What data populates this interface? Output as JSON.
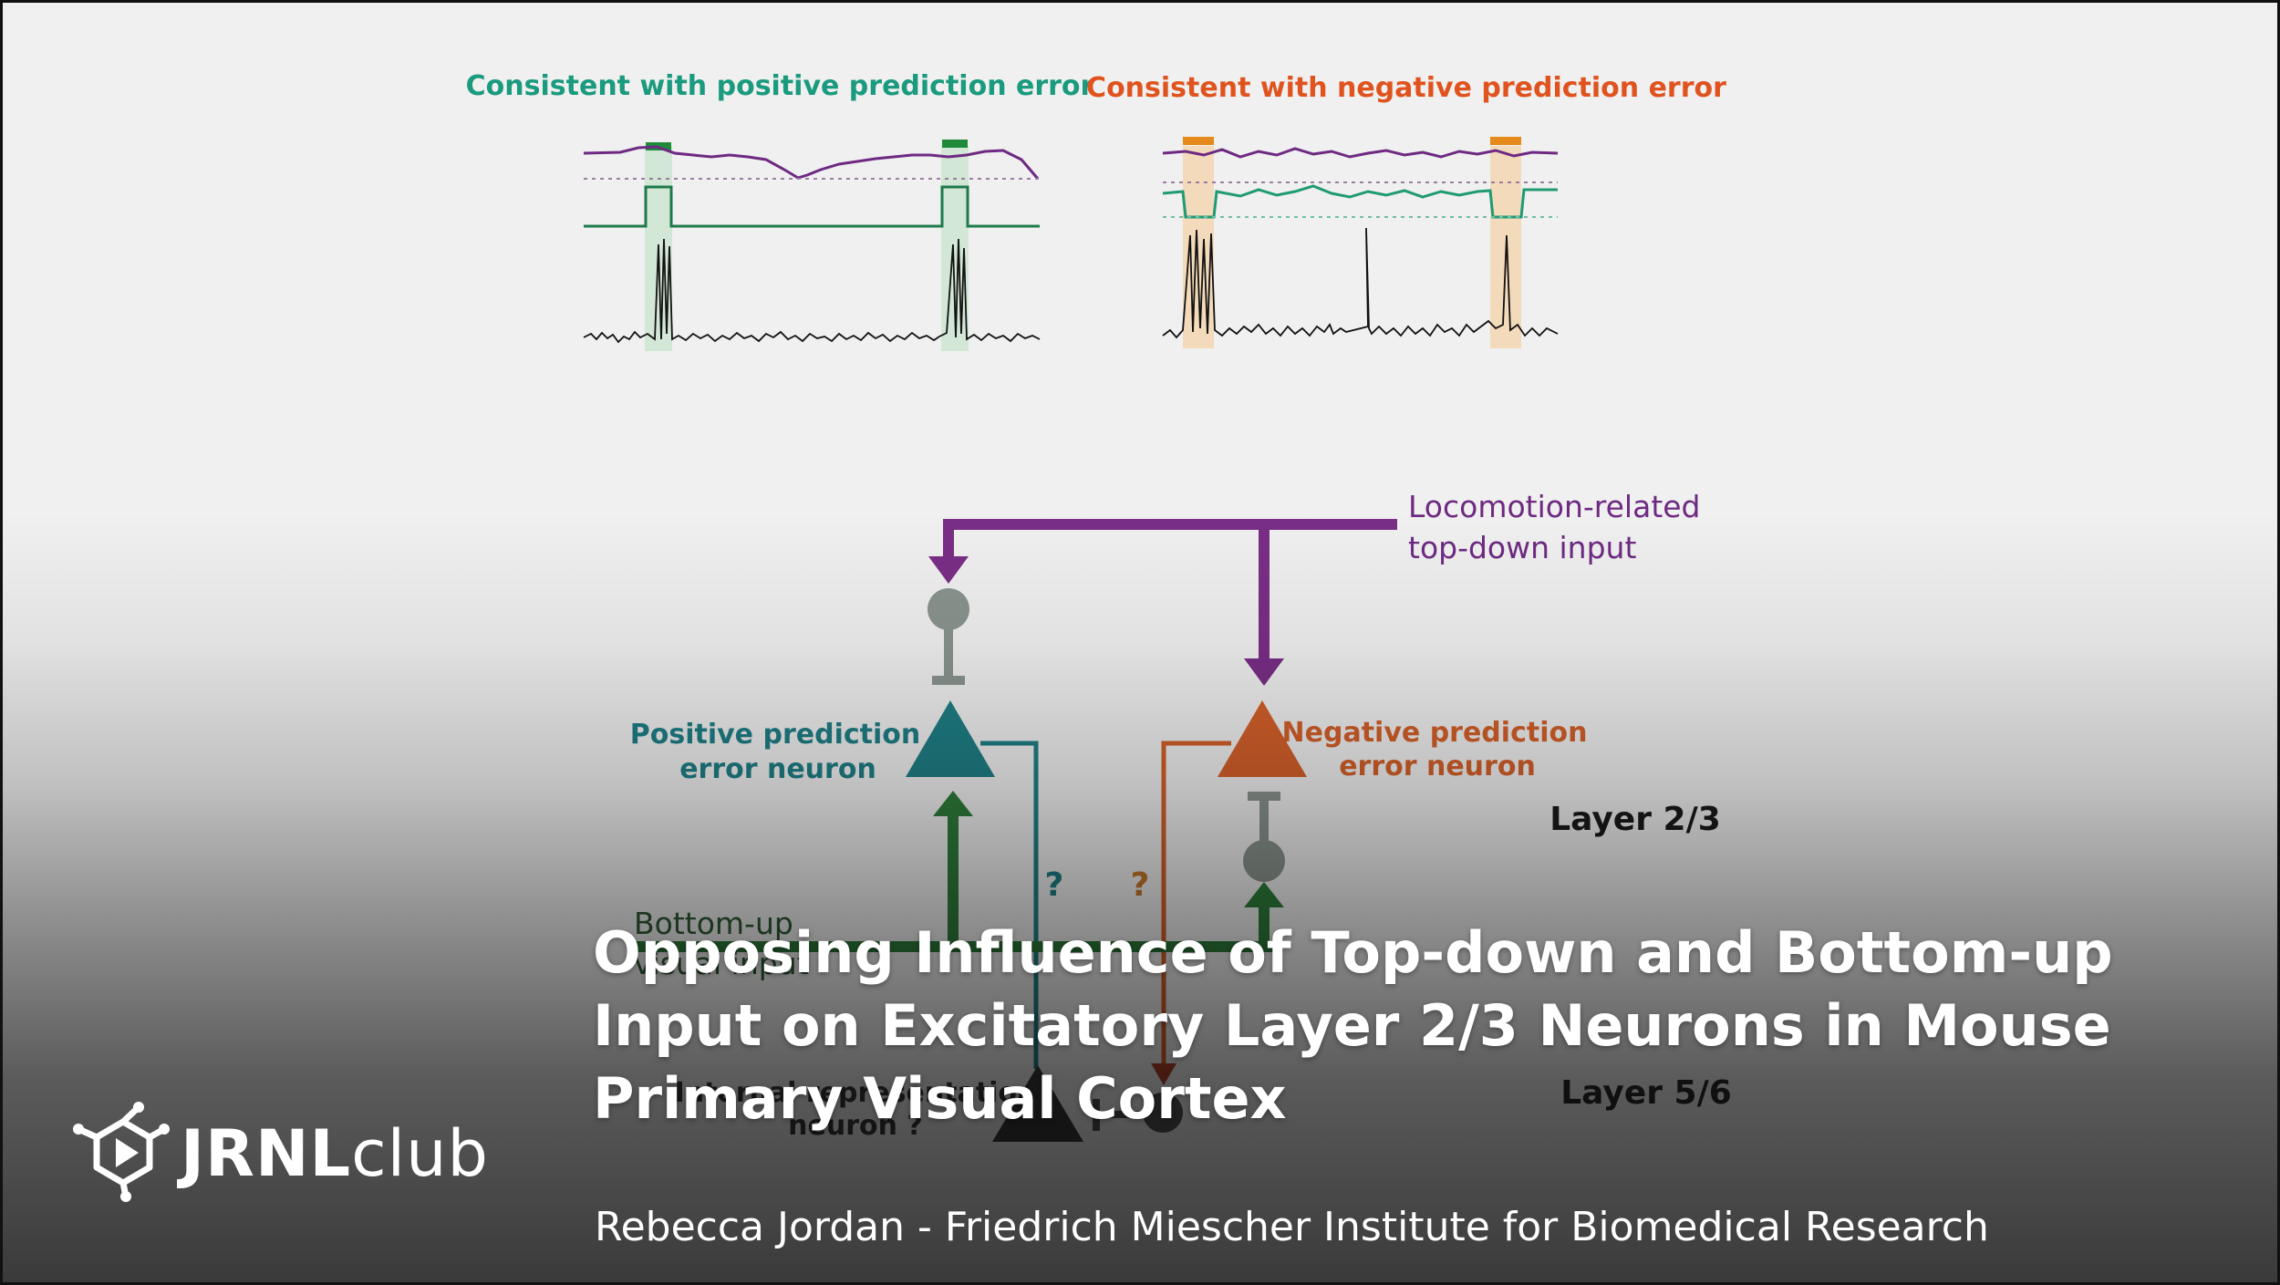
{
  "panels": {
    "positive": {
      "label": "Consistent with positive prediction error",
      "color": "#1a9a7e"
    },
    "negative": {
      "label": "Consistent with negative prediction error",
      "color": "#e0531e"
    }
  },
  "circuit": {
    "topdown_line1": "Locomotion-related",
    "topdown_line2": "top-down input",
    "pos_neuron_line1": "Positive prediction",
    "pos_neuron_line2": "error neuron",
    "neg_neuron_line1": "Negative prediction",
    "neg_neuron_line2": "error neuron",
    "question_teal": "?",
    "question_orange": "?",
    "layer_23": "Layer 2/3",
    "layer_56": "Layer 5/6",
    "bottomup_line1": "Bottom-up",
    "bottomup_line2": "visual input",
    "internal_line1": "Internal representation",
    "internal_line2": "neuron ?"
  },
  "colors": {
    "purple": "#7a2e86",
    "teal": "#1f7f86",
    "orange": "#d4602a",
    "green": "#2e7d3a",
    "gray": "#8a948e",
    "dark": "#3a3a3a"
  },
  "title": "Opposing Influence of Top-down and Bottom-up Input on Excitatory Layer 2/3 Neurons in Mouse Primary Visual Cortex",
  "subtitle": "Rebecca Jordan - Friedrich Miescher Institute for Biomedical Research",
  "brand": {
    "bold": "JRNL",
    "light": "club"
  }
}
